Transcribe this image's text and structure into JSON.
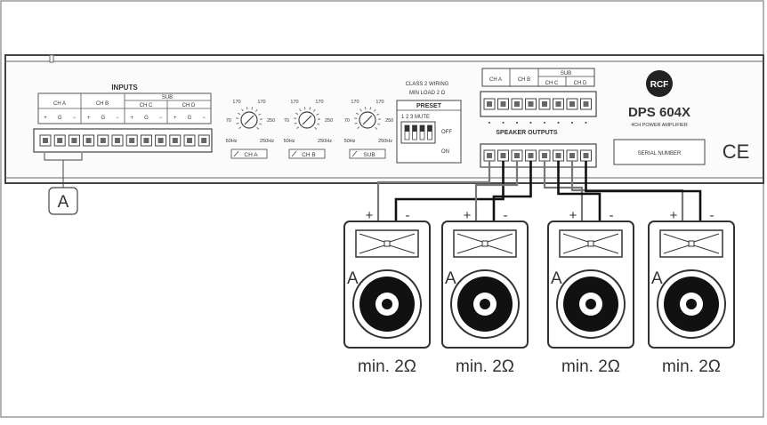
{
  "inputs": {
    "title": "INPUTS",
    "groups": [
      "CH A",
      "CH B",
      "SUB"
    ],
    "sub_groups": [
      "CH C",
      "CH D"
    ],
    "pins": [
      "+",
      "G",
      "−"
    ]
  },
  "knobs": [
    {
      "label": "CH A",
      "v170a": "170",
      "v170b": "170",
      "v70": "70",
      "v250": "250",
      "v50": "50Hz",
      "v250hz": "250Hz"
    },
    {
      "label": "CH B",
      "v170a": "170",
      "v170b": "170",
      "v70": "70",
      "v250": "250",
      "v50": "50Hz",
      "v250hz": "250Hz"
    },
    {
      "label": "SUB",
      "v170a": "170",
      "v170b": "170",
      "v70": "70",
      "v250": "250",
      "v50": "50Hz",
      "v250hz": "250Hz"
    }
  ],
  "preset": {
    "class_line1": "CLASS 2 WIRING",
    "class_line2": "MIN LOAD 2 Ω",
    "title": "PRESET",
    "numbers": "1  2  3  MUTE",
    "off": "OFF",
    "on": "ON"
  },
  "outputs": {
    "ch_a": "CH A",
    "ch_b": "CH B",
    "sub": "SUB",
    "ch_c": "CH C",
    "ch_d": "CH D",
    "title": "SPEAKER OUTPUTS"
  },
  "brand": {
    "logo": "RCF",
    "model": "DPS 604X",
    "subtitle": "4CH POWER AMPLIFIER",
    "serial": "SERIAL NUMBER",
    "ce": "CE"
  },
  "callout": "A",
  "speakers": [
    {
      "label": "A",
      "plus": "+",
      "minus": "-",
      "min_load": "min. 2Ω"
    },
    {
      "label": "A",
      "plus": "+",
      "minus": "-",
      "min_load": "min. 2Ω"
    },
    {
      "label": "A",
      "plus": "+",
      "minus": "-",
      "min_load": "min. 2Ω"
    },
    {
      "label": "A",
      "plus": "+",
      "minus": "-",
      "min_load": "min. 2Ω"
    }
  ]
}
